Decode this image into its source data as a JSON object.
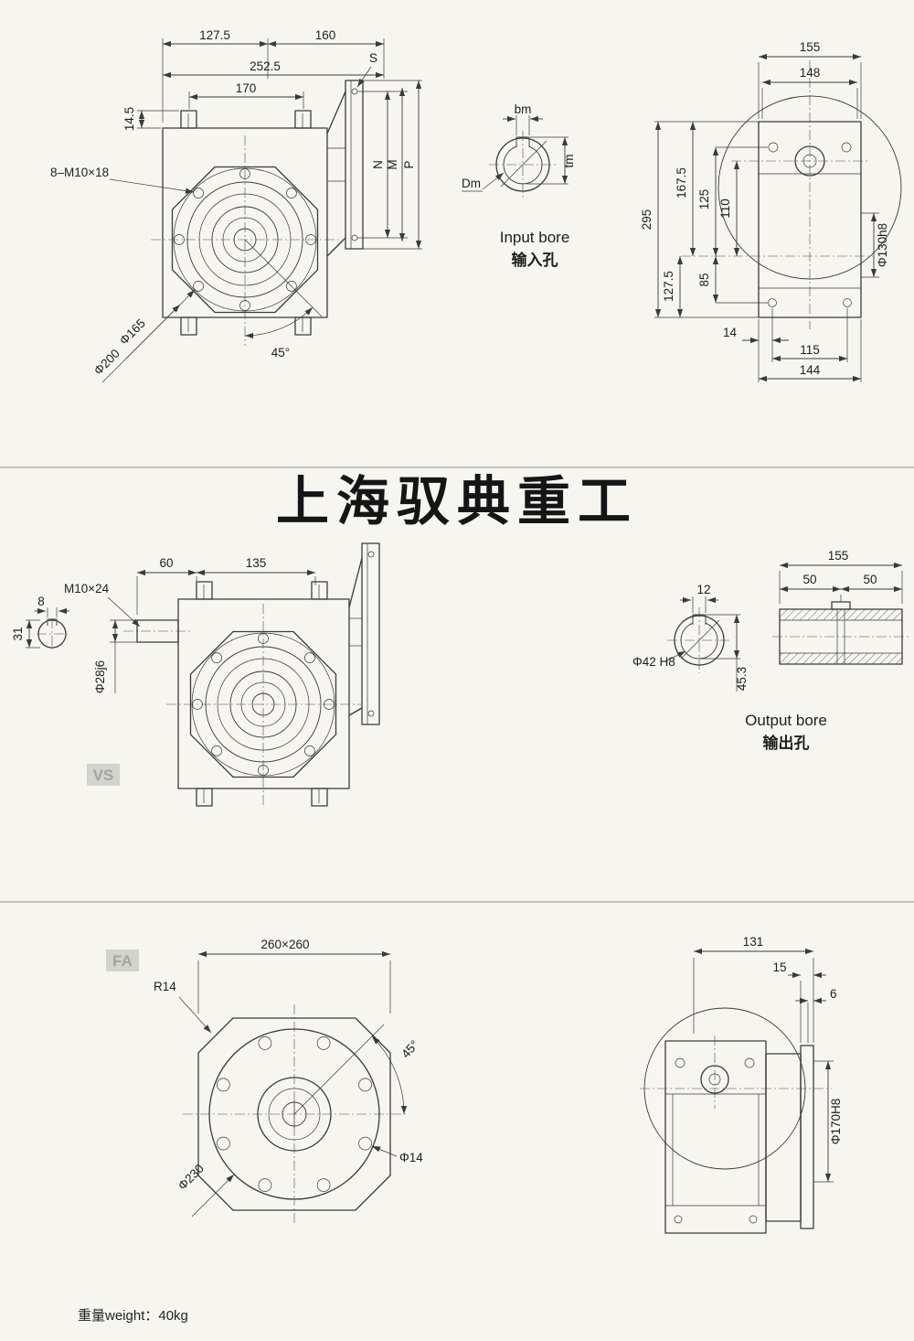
{
  "watermark": "上海驭典重工",
  "footer": {
    "weight": "重量weight：40kg"
  },
  "front_view": {
    "d127_5": "127.5",
    "d160": "160",
    "d252_5": "252.5",
    "d170": "170",
    "d14_5": "14.5",
    "bolts": "8–M10×18",
    "phi165": "Φ165",
    "phi200": "Φ200",
    "angle": "45°",
    "s": "S",
    "n": "N",
    "m": "M",
    "p": "P"
  },
  "input_bore": {
    "bm": "bm",
    "tm": "tm",
    "dm": "Dm",
    "title_en": "Input bore",
    "title_zh": "输入孔"
  },
  "side_view": {
    "d155": "155",
    "d148": "148",
    "d167_5": "167.5",
    "d125": "125",
    "d110": "110",
    "d295": "295",
    "d127_5": "127.5",
    "d85": "85",
    "phi130": "Φ130h8",
    "d14": "14",
    "d115": "115",
    "d144": "144"
  },
  "vs_view": {
    "tag": "VS",
    "m10": "M10×24",
    "d60": "60",
    "d135": "135",
    "d8": "8",
    "d31": "31",
    "phi28": "Φ28j6"
  },
  "output_bore": {
    "d155": "155",
    "d50a": "50",
    "d50b": "50",
    "d12": "12",
    "phi42": "Φ42 H8",
    "d45_3": "45.3",
    "title_en": "Output bore",
    "title_zh": "输出孔"
  },
  "fa_view": {
    "tag": "FA",
    "square": "260×260",
    "r14": "R14",
    "angle": "45°",
    "phi230": "Φ230",
    "phi14": "Φ14"
  },
  "fa_side_view": {
    "d131": "131",
    "d15": "15",
    "d6": "6",
    "phi170": "Φ170H8"
  }
}
